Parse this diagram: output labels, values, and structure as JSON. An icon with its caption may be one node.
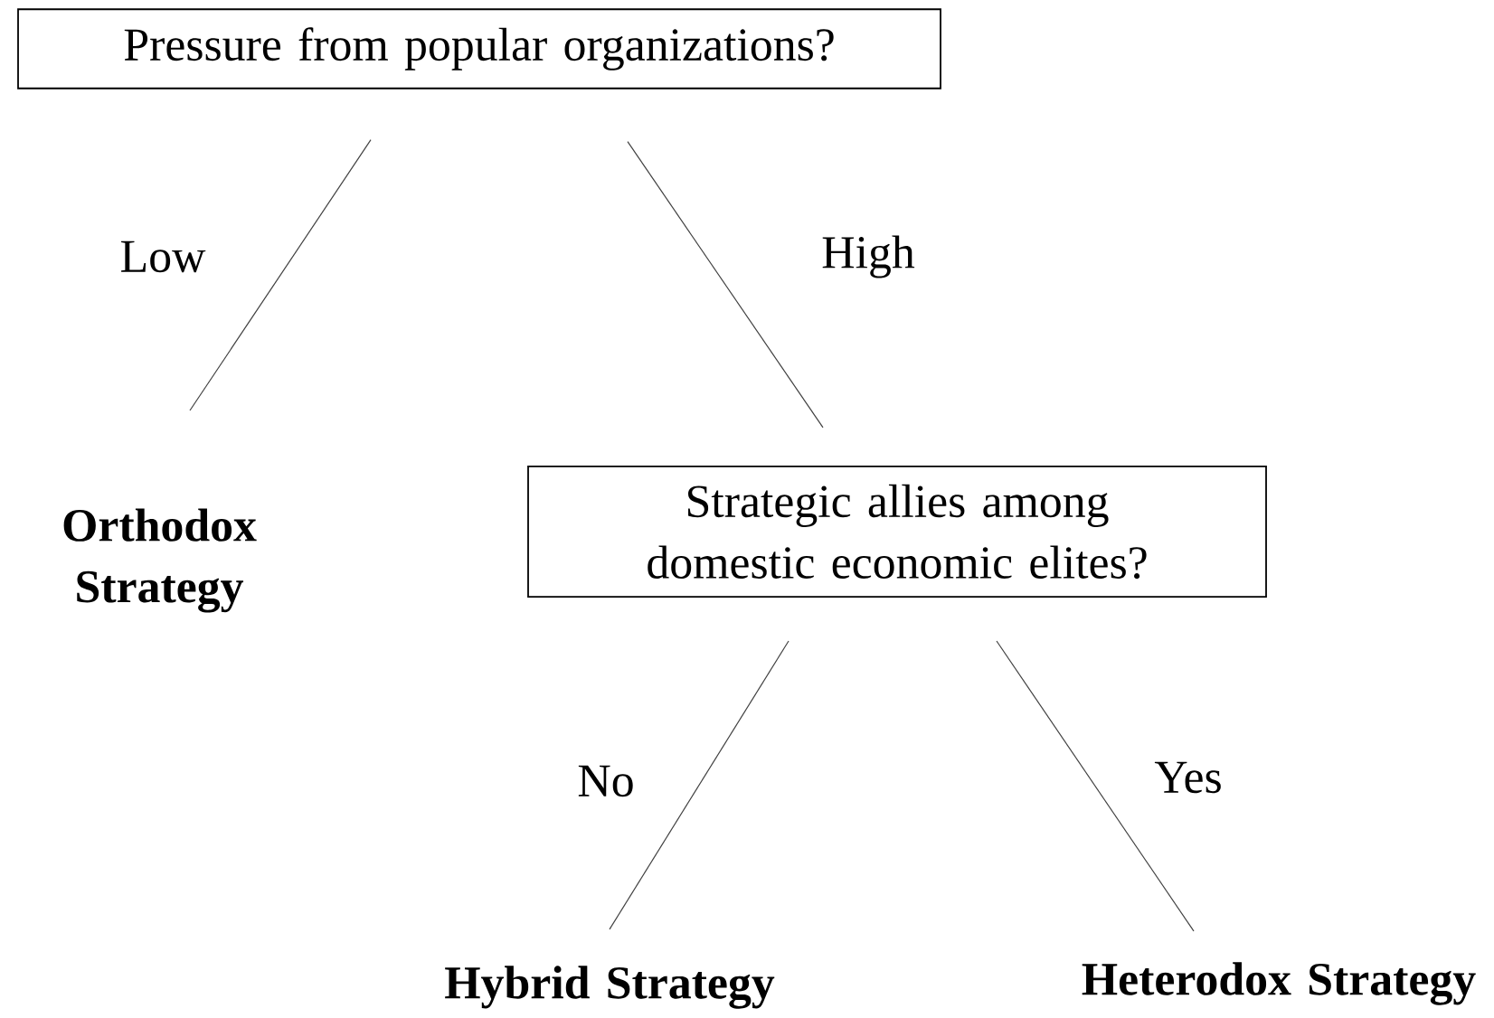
{
  "diagram": {
    "nodes": [
      {
        "text": [
          "Pressure from popular organizations?"
        ]
      },
      {
        "text": [
          "**Orthodox Strategy**"
        ]
      },
      {
        "text": [
          "Strategic allies among domestic economic elites?"
        ]
      },
      {
        "text": [
          "**Hybrid Strategy**"
        ]
      },
      {
        "text": [
          "**Heterodox Strategy**"
        ]
      }
    ],
    "edges": [
      {
        "from": 0,
        "to": 1,
        "arrow": "none",
        "label": "Low"
      },
      {
        "from": 0,
        "to": 2,
        "arrow": "none",
        "label": "High"
      },
      {
        "from": 2,
        "to": 3,
        "arrow": "none",
        "label": "No"
      },
      {
        "from": 2,
        "to": 4,
        "arrow": "none",
        "label": "Yes"
      }
    ]
  }
}
